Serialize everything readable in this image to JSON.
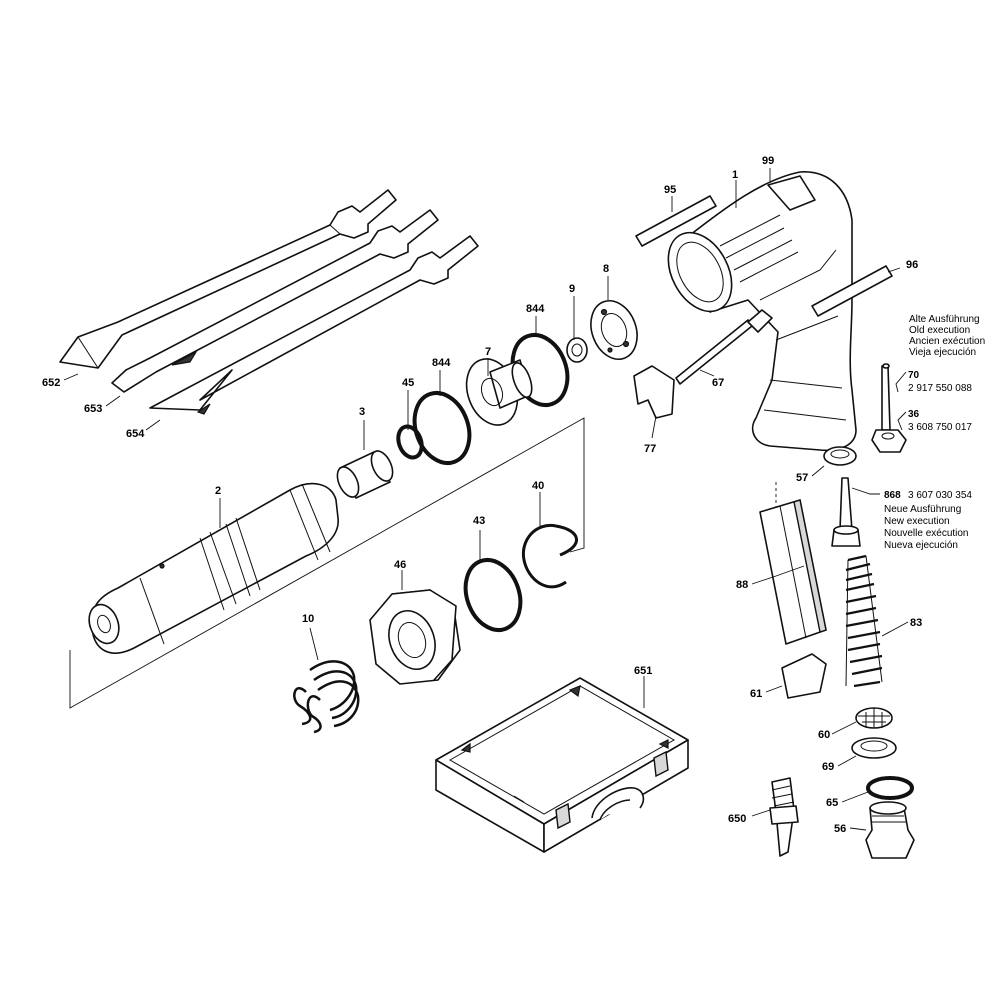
{
  "labels": {
    "p652": "652",
    "p653": "653",
    "p654": "654",
    "p1": "1",
    "p99": "99",
    "p95": "95",
    "p96": "96",
    "p2": "2",
    "p3": "3",
    "p45": "45",
    "p844a": "844",
    "p844b": "844",
    "p7": "7",
    "p9": "9",
    "p8": "8",
    "p67": "67",
    "p77": "77",
    "p40": "40",
    "p43": "43",
    "p46": "46",
    "p10": "10",
    "p651": "651",
    "p650": "650",
    "p57": "57",
    "p88": "88",
    "p61": "61",
    "p83": "83",
    "p60": "60",
    "p69": "69",
    "p65": "65",
    "p56": "56",
    "p70": "70",
    "p36": "36",
    "p868": "868"
  },
  "old_execution": {
    "de": "Alte Ausführung",
    "en": "Old execution",
    "fr": "Ancien exécution",
    "es": "Vieja ejecución",
    "part70_number": "2 917 550 088",
    "part36_number": "3 608 750 017"
  },
  "new_execution": {
    "part868_number": "3 607 030 354",
    "de": "Neue Ausführung",
    "en": "New execution",
    "fr": "Nouvelle exécution",
    "es": "Nueva ejecución"
  }
}
